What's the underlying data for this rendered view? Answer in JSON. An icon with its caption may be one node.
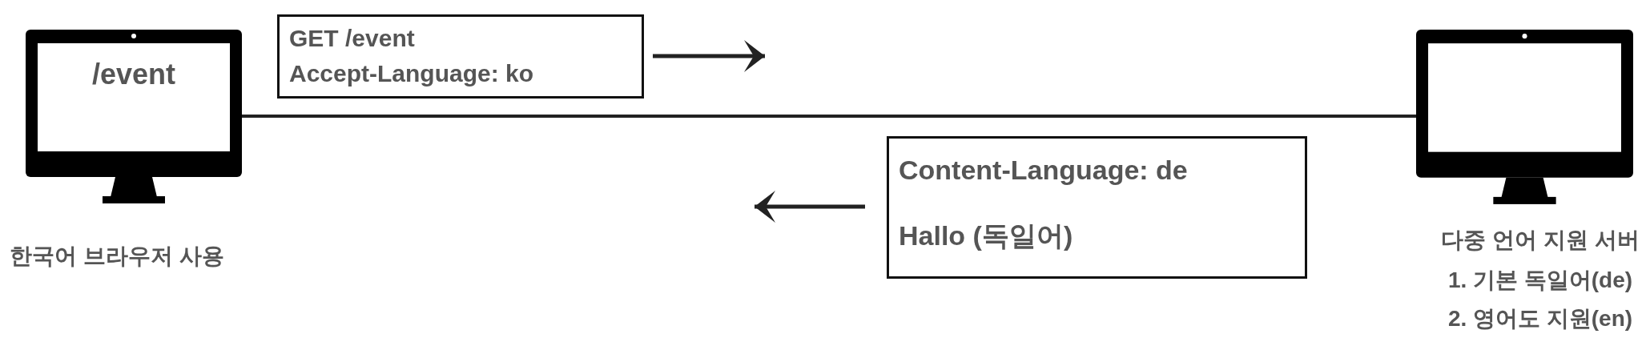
{
  "diagram": {
    "nodes": [
      {
        "text": [
          "/event"
        ],
        "beside": [
          "한국어 브라우저 사용"
        ]
      },
      {
        "text": [
          "GET /event",
          "Accept-Language: ko"
        ]
      },
      {
        "text": [
          "Content-Language: de",
          "Hallo (독일어)"
        ]
      },
      {
        "text": [],
        "shape": "picture",
        "beside": [
          "다중 언어 지원 서버",
          "1. 기본 독일어(de)",
          "2. 영어도 지원(en)"
        ]
      }
    ],
    "edges": [
      {
        "from": 0,
        "to": 3,
        "arrow": "none"
      }
    ]
  }
}
